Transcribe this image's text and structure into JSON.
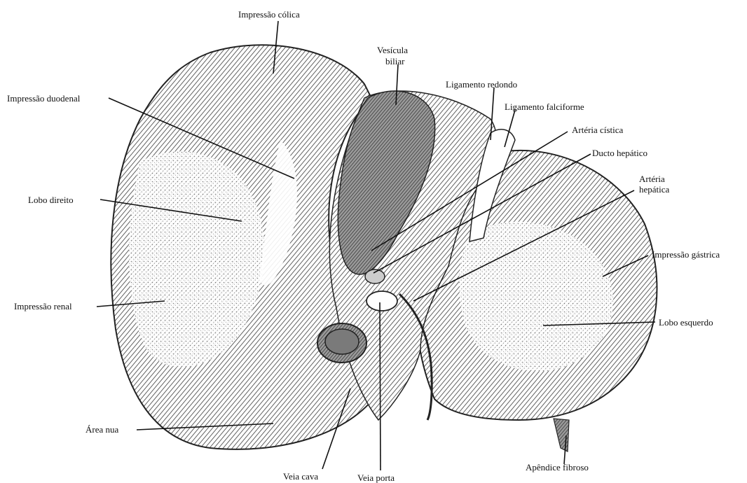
{
  "labels": {
    "impressao_colica": "Impressão cólica",
    "vesicula_l1": "Vesícula",
    "vesicula_l2": "biliar",
    "impressao_duodenal": "Impressão duodenal",
    "ligamento_redondo": "Ligamento redondo",
    "ligamento_falciforme": "Ligamento falciforme",
    "arteria_cistica": "Artéria cística",
    "ducto_hepatico": "Ducto hepático",
    "arteria_hepatica_l1": "Artéria",
    "arteria_hepatica_l2": "hepática",
    "lobo_direito": "Lobo direito",
    "impressao_gastrica": "Impressão gástrica",
    "impressao_renal": "Impressão renal",
    "lobo_esquerdo": "Lobo esquerdo",
    "area_nua": "Área nua",
    "apendice_fibroso": "Apêndice fibroso",
    "veia_cava": "Veia cava",
    "veia_porta": "Veia porta"
  },
  "colors": {
    "ink": "#111111",
    "liver_shade": "#8c8c8c",
    "gallbladder": "#5e5e5e",
    "background": "#ffffff"
  }
}
